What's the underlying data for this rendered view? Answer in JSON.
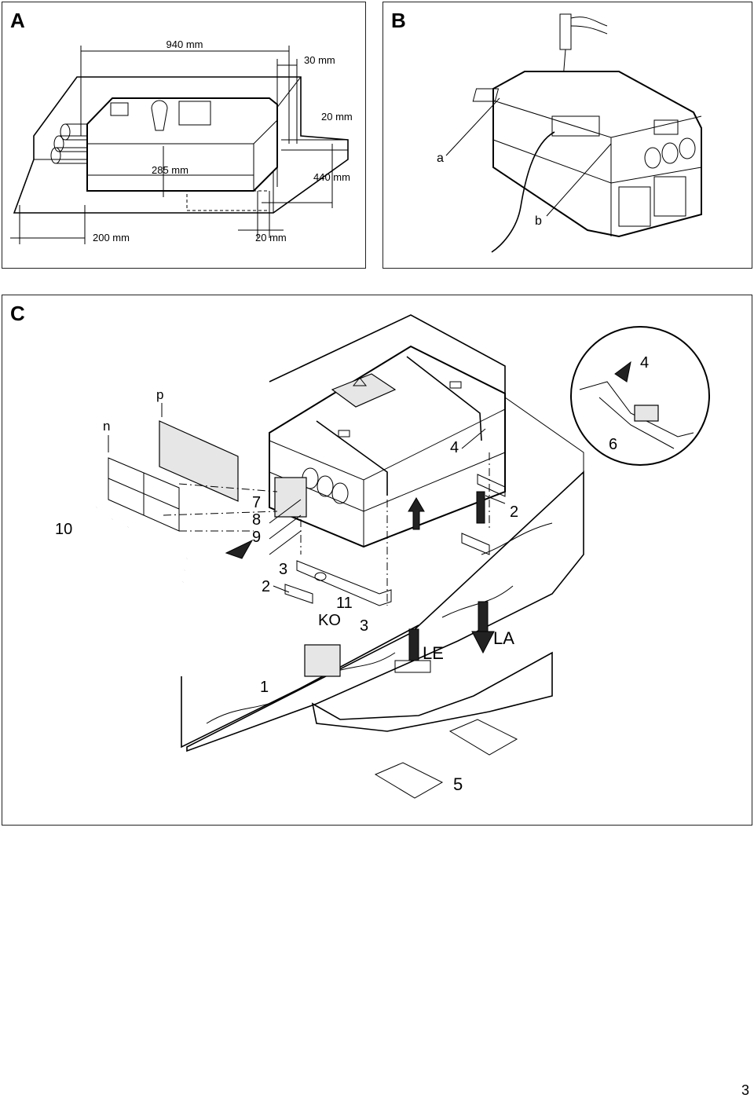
{
  "panels": {
    "a": {
      "letter": "A",
      "dims": {
        "d940": "940 mm",
        "d30": "30 mm",
        "d20_top": "20 mm",
        "d285": "285 mm",
        "d440": "440 mm",
        "d200": "200 mm",
        "d20_bottom": "20 mm"
      }
    },
    "b": {
      "letter": "B",
      "labels": {
        "a": "a",
        "b": "b"
      }
    },
    "c": {
      "letter": "C",
      "labels": {
        "n": "n",
        "p": "p",
        "l10": "10",
        "l7": "7",
        "l8": "8",
        "l9": "9",
        "l3a": "3",
        "l2a": "2",
        "l11": "11",
        "ko": "KO",
        "l3b": "3",
        "l1": "1",
        "l4a": "4",
        "l2b": "2",
        "le": "LE",
        "la": "LA",
        "l5": "5",
        "l4b": "4",
        "l6": "6"
      }
    }
  },
  "page_number": "3"
}
